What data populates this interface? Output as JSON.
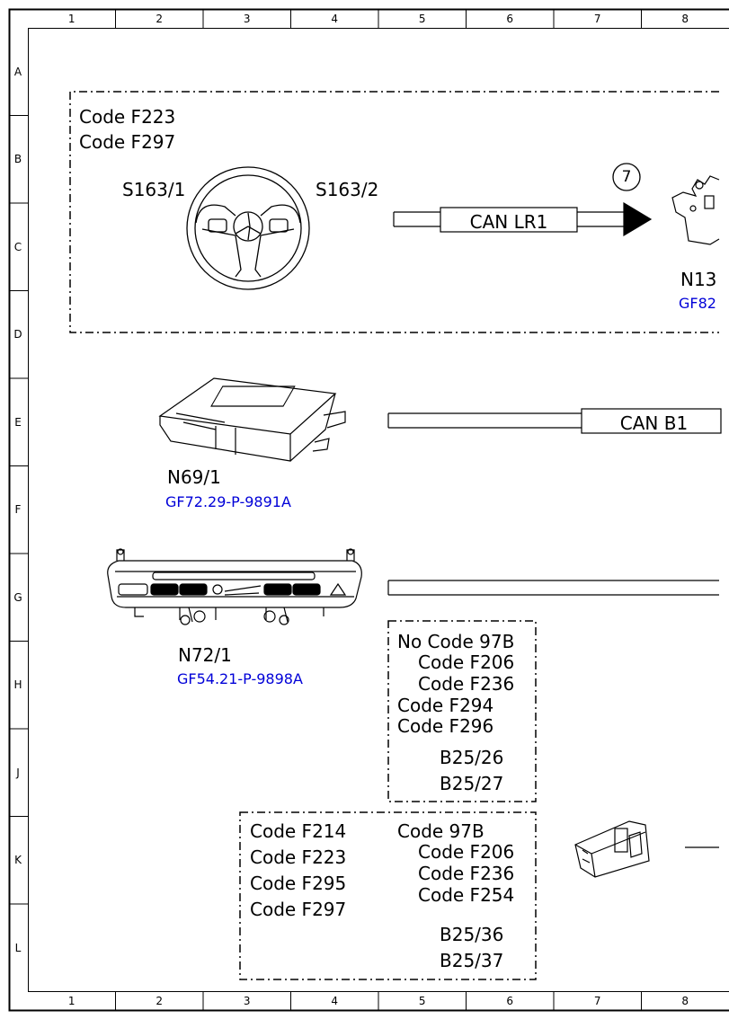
{
  "grid": {
    "columns": [
      "1",
      "2",
      "3",
      "4",
      "5",
      "6",
      "7",
      "8"
    ],
    "rows": [
      "A",
      "B",
      "C",
      "D",
      "E",
      "F",
      "G",
      "H",
      "J",
      "K",
      "L"
    ]
  },
  "group_top": {
    "codes": [
      "Code F223",
      "Code F297"
    ]
  },
  "components": {
    "s163_1": {
      "label": "S163/1"
    },
    "s163_2": {
      "label": "S163/2"
    },
    "n13": {
      "label": "N13",
      "ref": "GF82"
    },
    "n69_1": {
      "label": "N69/1",
      "ref": "GF72.29-P-9891A"
    },
    "n72_1": {
      "label": "N72/1",
      "ref": "GF54.21-P-9898A"
    }
  },
  "buses": {
    "can_lr1": "CAN LR1",
    "can_b1": "CAN B1"
  },
  "marker": "7",
  "box_middle": {
    "lines": [
      "No Code 97B",
      "Code F206",
      "Code F236",
      "Code F294",
      "Code F296"
    ],
    "parts": [
      "B25/26",
      "B25/27"
    ]
  },
  "box_bottom": {
    "left_codes": [
      "Code F214",
      "Code F223",
      "Code F295",
      "Code F297"
    ],
    "right_codes": [
      "Code 97B",
      "Code F206",
      "Code F236",
      "Code F254"
    ],
    "parts": [
      "B25/36",
      "B25/37"
    ]
  }
}
